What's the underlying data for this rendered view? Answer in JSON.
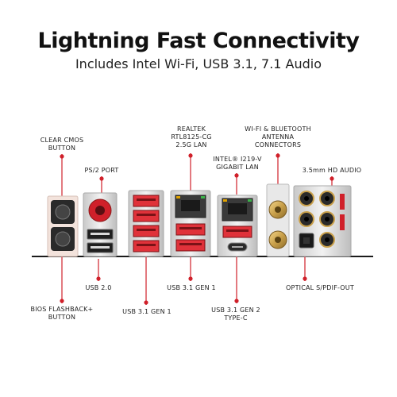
{
  "header": {
    "title": "Lightning Fast Connectivity",
    "subtitle": "Includes Intel Wi-Fi, USB 3.1, 7.1 Audio"
  },
  "labels": {
    "clear_cmos": [
      "CLEAR CMOS",
      "BUTTON"
    ],
    "bios_flashback": [
      "BIOS FLASHBACK+",
      "BUTTON"
    ],
    "ps2_port": "PS/2 PORT",
    "usb20": "USB 2.0",
    "usb31_gen1_left": "USB 3.1 GEN 1",
    "realtek_lan": [
      "REALTEK",
      "RTL8125-CG",
      "2.5G LAN"
    ],
    "usb31_gen1_mid": "USB 3.1 GEN 1",
    "intel_lan": [
      "INTEL® I219-V",
      "GIGABIT LAN"
    ],
    "usb31_gen2": [
      "USB 3.1 GEN 2",
      "TYPE-C"
    ],
    "wifi_bt": [
      "WI-FI & BLUETOOTH",
      "ANTENNA",
      "CONNECTORS"
    ],
    "hd_audio": "3.5mm HD AUDIO",
    "optical": "OPTICAL S/PDIF-OUT"
  },
  "colors": {
    "accent_red": "#d0202a",
    "usb31_red": "#e0323a",
    "dark": "#1b1b1b"
  }
}
